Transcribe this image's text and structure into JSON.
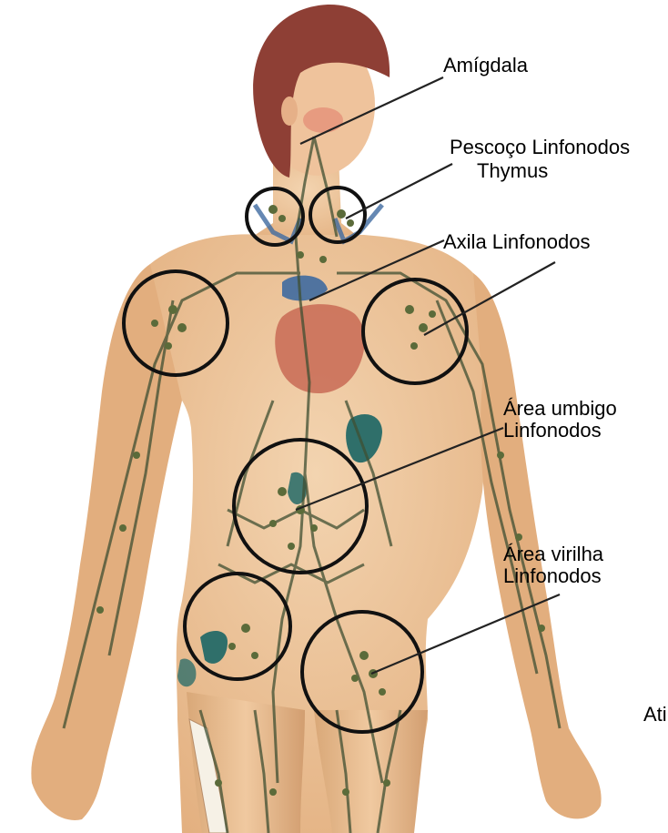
{
  "labels": {
    "tonsil": "Amígdala",
    "neck_nodes": "Pescoço Linfonodos",
    "thymus": "Thymus",
    "axilla_nodes": "Axila Linfonodos",
    "navel_line1": "Área umbigo",
    "navel_line2": "Linfonodos",
    "groin_line1": "Área virilha",
    "groin_line2": "Linfonodos",
    "cut_text": "Ati"
  },
  "colors": {
    "skin": "#ecc39a",
    "hair": "#8e3f35",
    "vessel": "#3f4f32",
    "node": "#5b6b3a",
    "organ": "#2f6f6a",
    "heart": "#c86a55",
    "circle": "#111111"
  }
}
